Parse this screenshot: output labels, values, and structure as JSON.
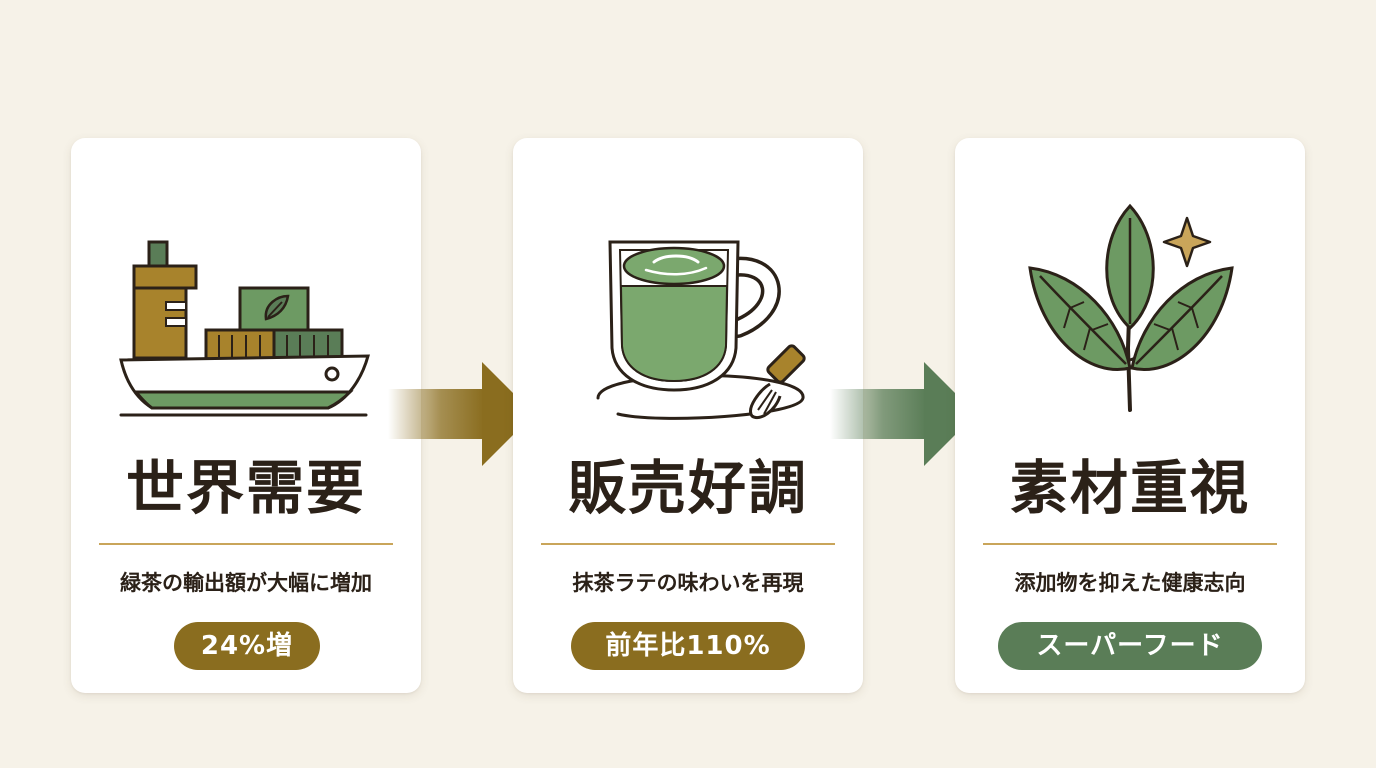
{
  "colors": {
    "background": "#f6f2e8",
    "card": "#ffffff",
    "gold": "#8a6d1f",
    "green": "#5a7d57",
    "divider": "#c9a55a",
    "text": "#2b2118"
  },
  "steps": [
    {
      "icon": "cargo-ship-icon",
      "title": "世界需要",
      "description": "緑茶の輸出額が大幅に増加",
      "badge": "24%増",
      "badge_color": "#8a6d1f"
    },
    {
      "icon": "matcha-latte-cup-icon",
      "title": "販売好調",
      "description": "抹茶ラテの味わいを再現",
      "badge": "前年比110%",
      "badge_color": "#8a6d1f"
    },
    {
      "icon": "tea-leaves-icon",
      "title": "素材重視",
      "description": "添加物を抑えた健康志向",
      "badge": "スーパーフード",
      "badge_color": "#5a7d57"
    }
  ],
  "connectors": [
    {
      "icon": "arrow-right-icon",
      "color": "#8a6d1f"
    },
    {
      "icon": "arrow-right-icon",
      "color": "#5a7d57"
    }
  ]
}
